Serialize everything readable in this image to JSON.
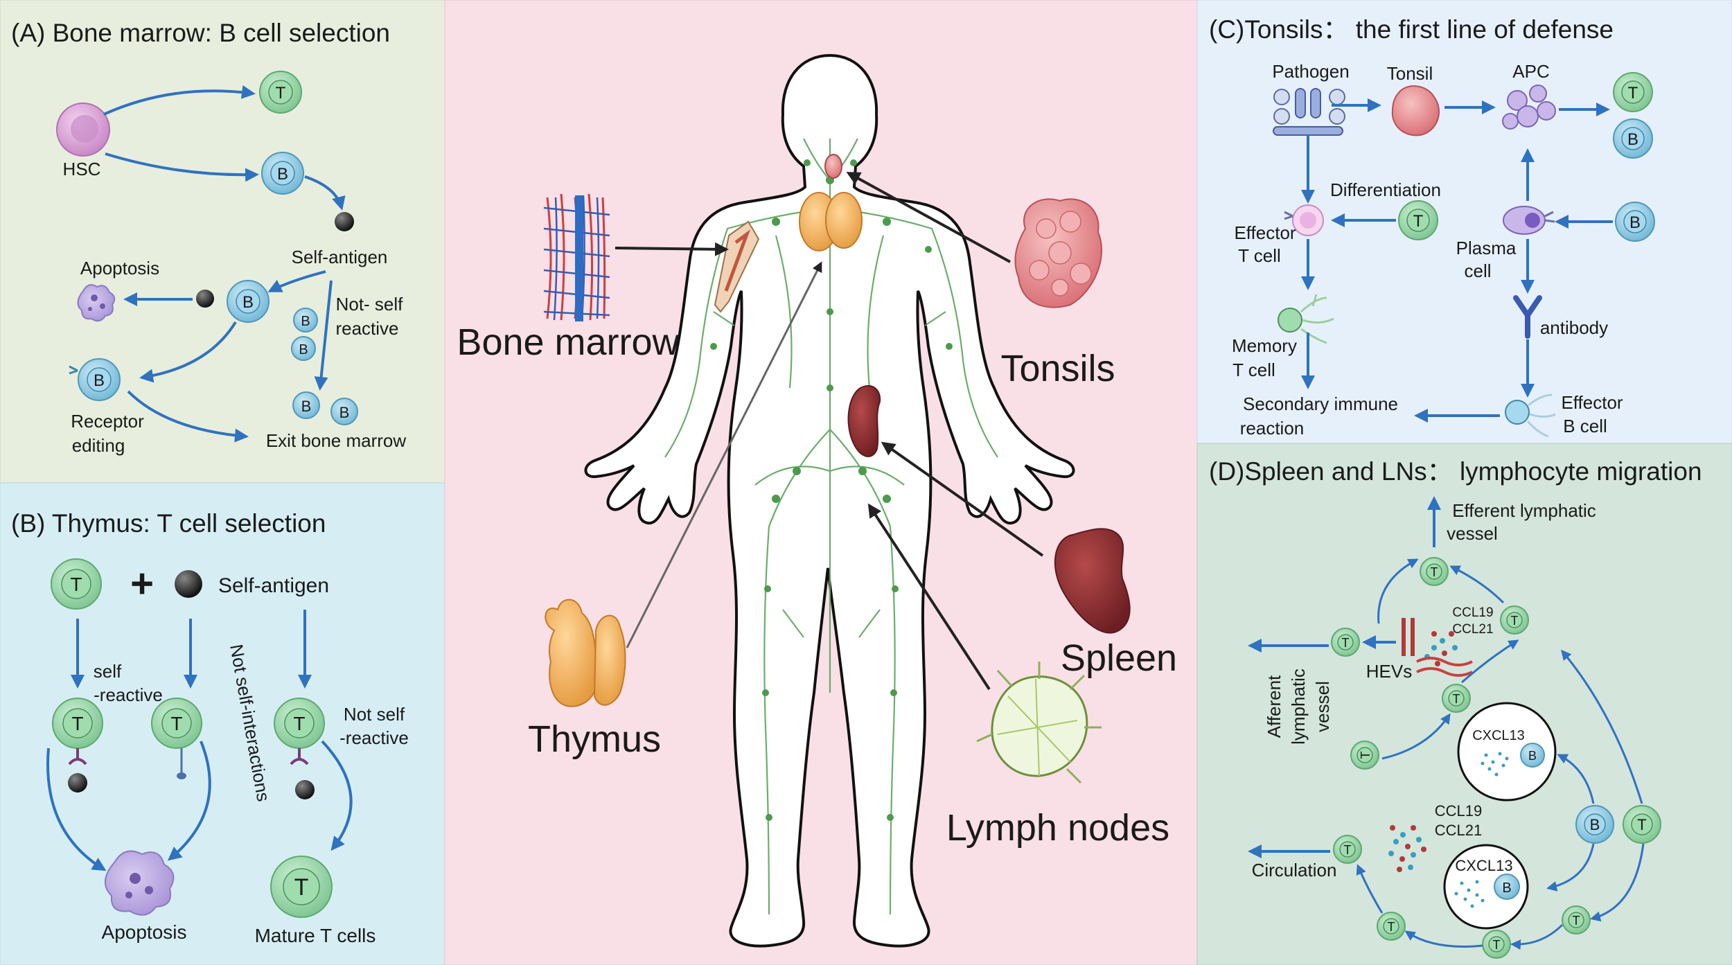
{
  "colors": {
    "panel_a": "#e7eedd",
    "panel_b": "#d6eef3",
    "panel_center": "#f9dfe6",
    "panel_c": "#e6f0fa",
    "panel_d": "#d4e5dc",
    "arrow_blue": "#2f72c0",
    "t_cell": "#8fd3a0",
    "b_cell": "#86c7e3",
    "lymph_green": "#5aa55a"
  },
  "panel_a": {
    "title": "(A) Bone marrow: B cell selection",
    "hsc": "HSC",
    "self_antigen": "Self-antigen",
    "apoptosis": "Apoptosis",
    "not_self_1": "Not- self",
    "not_self_2": "reactive",
    "receptor_1": "Receptor",
    "receptor_2": "editing",
    "exit": "Exit bone marrow"
  },
  "panel_b": {
    "title": "(B) Thymus: T cell selection",
    "plus": "+",
    "self_antigen": "Self-antigen",
    "self_reactive_1": "self",
    "self_reactive_2": "-reactive",
    "not_self_interactions": "Not self-interactions",
    "not_self_1": "Not self",
    "not_self_2": "-reactive",
    "apoptosis": "Apoptosis",
    "mature": "Mature T cells"
  },
  "center": {
    "bone_marrow": "Bone marrow",
    "tonsils": "Tonsils",
    "spleen": "Spleen",
    "thymus": "Thymus",
    "lymph_nodes": "Lymph nodes"
  },
  "panel_c": {
    "title": "(C)Tonsils： the first line of defense",
    "pathogen": "Pathogen",
    "tonsil": "Tonsil",
    "apc": "APC",
    "differentiation": "Differentiation",
    "effector_t_1": "Effector",
    "effector_t_2": "T cell",
    "plasma_1": "Plasma",
    "plasma_2": "cell",
    "antibody": "antibody",
    "memory_1": "Memory",
    "memory_2": "T cell",
    "secondary_1": "Secondary immune",
    "secondary_2": "reaction",
    "effector_b_1": "Effector",
    "effector_b_2": "B cell"
  },
  "panel_d": {
    "title": "(D)Spleen and LNs： lymphocyte migration",
    "efferent_1": "Efferent lymphatic",
    "efferent_2": "vessel",
    "ccl19": "CCL19",
    "ccl21": "CCL21",
    "hevs": "HEVs",
    "afferent_1": "Afferent",
    "afferent_2": "lymphatic",
    "afferent_3": "vessel",
    "cxcl13": "CXCL13",
    "ccl19_b": "CCL19",
    "ccl21_b": "CCL21",
    "cxcl13_b": "CXCL13",
    "circulation": "Circulation"
  },
  "cells": {
    "t": "T",
    "b": "B"
  }
}
